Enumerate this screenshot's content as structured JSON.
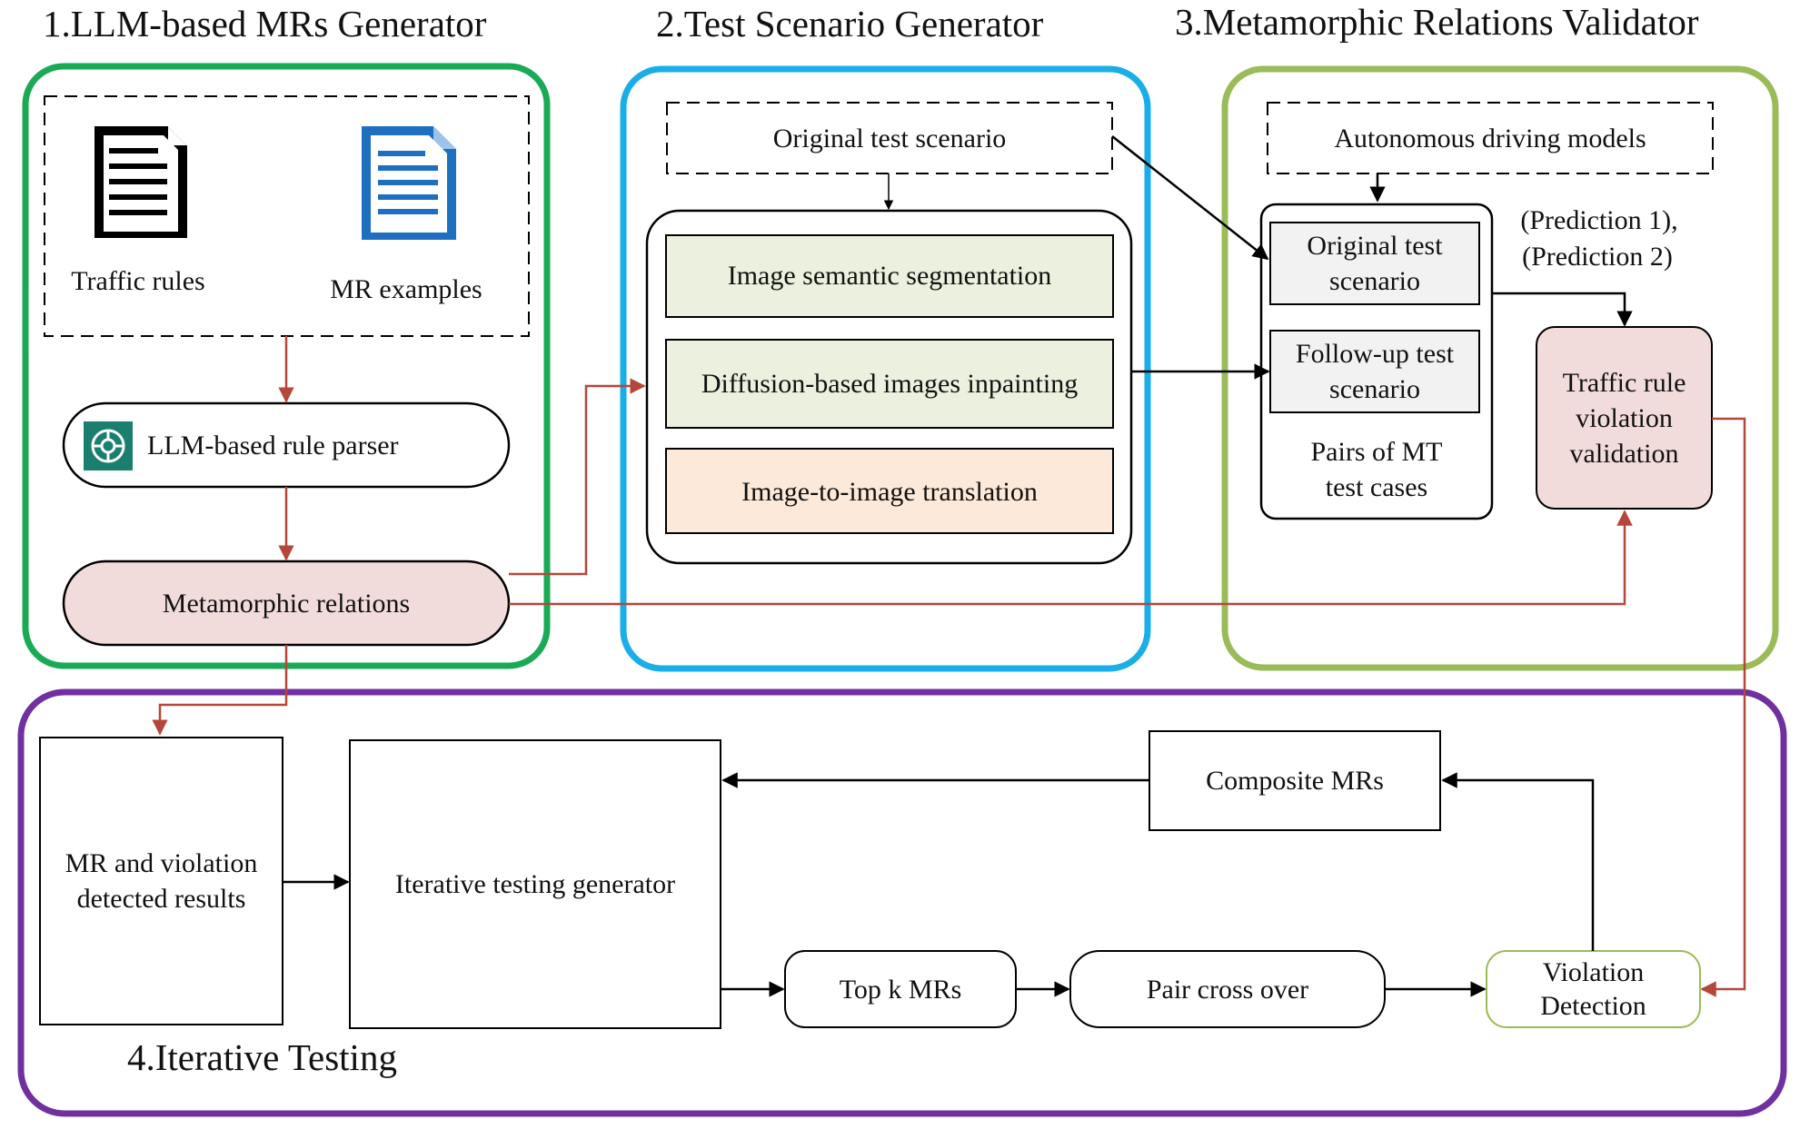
{
  "sections": {
    "s1_title": "1.LLM-based MRs Generator",
    "s2_title": "2.Test Scenario Generator",
    "s3_title": "3.Metamorphic Relations Validator",
    "s4_title": "4.Iterative Testing"
  },
  "generator": {
    "traffic_rules": "Traffic rules",
    "mr_examples": "MR examples",
    "rule_parser": "LLM-based rule parser",
    "metamorphic_relations": "Metamorphic relations"
  },
  "scenario": {
    "original": "Original test scenario",
    "segmentation": "Image semantic segmentation",
    "inpainting": "Diffusion-based images inpainting",
    "translation": "Image-to-image translation"
  },
  "validator": {
    "ad_models": "Autonomous driving models",
    "original_case": "Original test scenario",
    "followup_case": "Follow-up test scenario",
    "pairs_label": "Pairs of MT test cases",
    "predictions_line1": "(Prediction 1),",
    "predictions_line2": "(Prediction 2)",
    "violation_validation": "Traffic rule violation validation"
  },
  "iterative": {
    "results": "MR and violation detected results",
    "generator": "Iterative testing generator",
    "composite": "Composite MRs",
    "topk": "Top k MRs",
    "crossover": "Pair cross over",
    "detection": "Violation Detection"
  },
  "colors": {
    "s1_border": "#1aaa55",
    "s2_border": "#1aaee8",
    "s3_border": "#9bbb59",
    "s4_border": "#7030a0",
    "red_arrow": "#b5473a",
    "pink_fill": "#f2dcdb",
    "green_fill": "#ebf1de",
    "peach_fill": "#fde9d9",
    "gray_fill": "#f2f2f2",
    "doc_blue": "#1f6fc1",
    "icon_teal": "#1a7f6e"
  }
}
